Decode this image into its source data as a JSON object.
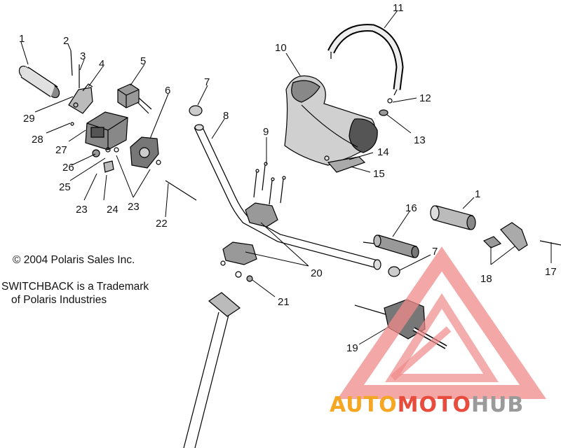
{
  "copyright": "© 2004 Polaris Sales Inc.",
  "trademark_line1": "SWITCHBACK is a Trademark",
  "trademark_line2": "of Polaris Industries",
  "watermark": {
    "part1": "AUTO",
    "part2": "MOTO",
    "part3": "HUB",
    "color_orange": "#f5a623",
    "color_red": "#e84c3d",
    "color_gray": "#9a9a9a"
  },
  "callouts": [
    "1",
    "2",
    "3",
    "4",
    "5",
    "6",
    "7",
    "8",
    "9",
    "10",
    "11",
    "12",
    "13",
    "14",
    "15",
    "16",
    "17",
    "18",
    "19",
    "20",
    "21",
    "22",
    "23",
    "24",
    "25",
    "26",
    "27",
    "28",
    "29"
  ]
}
